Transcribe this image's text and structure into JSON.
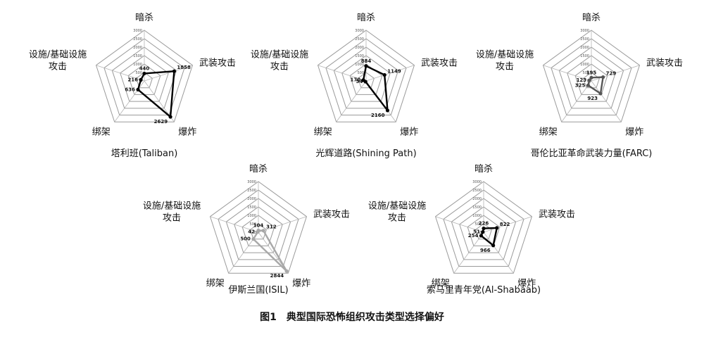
{
  "figure_caption": "图1　典型国际恐怖组织攻击类型选择偏好",
  "chart_data": [
    {
      "type": "radar",
      "title": "塔利班(Taliban)",
      "axes": [
        "暗杀",
        "武装攻击",
        "爆炸",
        "绑架",
        "设施/基础设施\n攻击"
      ],
      "rlim": [
        0,
        3000
      ],
      "ticks": [
        0,
        500,
        1000,
        1500,
        2000,
        2500,
        3000
      ],
      "values": [
        440,
        1858,
        2629,
        636,
        216
      ],
      "color": "#000000"
    },
    {
      "type": "radar",
      "title": "光辉道路(Shining Path)",
      "axes": [
        "暗杀",
        "武装攻击",
        "爆炸",
        "绑架",
        "设施/基础设施\n攻击"
      ],
      "rlim": [
        0,
        3000
      ],
      "ticks": [
        0,
        500,
        1000,
        1500,
        2000,
        2500,
        3000
      ],
      "values": [
        884,
        1149,
        2160,
        54,
        170
      ],
      "color": "#000000"
    },
    {
      "type": "radar",
      "title": "哥伦比亚革命武装力量(FARC)",
      "axes": [
        "暗杀",
        "武装攻击",
        "爆炸",
        "绑架",
        "设施/基础设施\n攻击"
      ],
      "rlim": [
        0,
        3000
      ],
      "ticks": [
        0,
        500,
        1000,
        1500,
        2000,
        2500,
        3000
      ],
      "values": [
        195,
        729,
        923,
        325,
        123
      ],
      "color": "#555555"
    },
    {
      "type": "radar",
      "title": "伊斯兰国(ISIL)",
      "axes": [
        "暗杀",
        "武装攻击",
        "爆炸",
        "绑架",
        "设施/基础设施\n攻击"
      ],
      "rlim": [
        0,
        3000
      ],
      "ticks": [
        0,
        500,
        1000,
        1500,
        2000,
        2500,
        3000
      ],
      "values": [
        104,
        312,
        2844,
        500,
        42
      ],
      "color": "#a8a8a8"
    },
    {
      "type": "radar",
      "title": "索马里青年党(Al-Shabaab)",
      "axes": [
        "暗杀",
        "武装攻击",
        "爆炸",
        "绑架",
        "设施/基础设施\n攻击"
      ],
      "rlim": [
        0,
        3000
      ],
      "ticks": [
        0,
        500,
        1000,
        1500,
        2000,
        2500,
        3000
      ],
      "values": [
        226,
        822,
        966,
        254,
        51
      ],
      "color": "#000000"
    }
  ]
}
